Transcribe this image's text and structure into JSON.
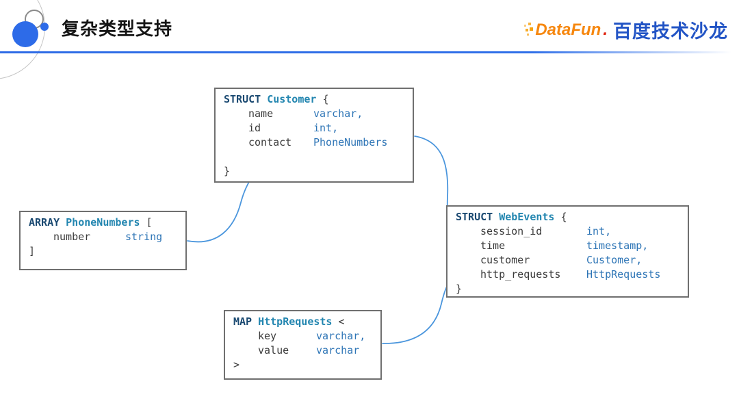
{
  "slide": {
    "title": "复杂类型支持",
    "accent_line_color": "#2E6BE6",
    "arrow_color": "#4B96DD"
  },
  "logos": {
    "datafun_text": "DataFun",
    "datafun_dot": ".",
    "baidu_salon": "百度技术沙龙"
  },
  "code_colors": {
    "keyword": "#1A4971",
    "typename": "#2386B0",
    "field_type": "#2E75B6",
    "plain_text": "#3B3B3B",
    "box_border": "#6F6F6F"
  },
  "boxes": {
    "customer": {
      "keyword": "STRUCT",
      "name": "Customer",
      "open": "{",
      "close": "}",
      "fields": [
        {
          "name": "name",
          "type": "varchar,"
        },
        {
          "name": "id",
          "type": "int,"
        },
        {
          "name": "contact",
          "type": "PhoneNumbers"
        }
      ]
    },
    "phonenumbers": {
      "keyword": "ARRAY",
      "name": "PhoneNumbers",
      "open": "[",
      "close": "]",
      "fields": [
        {
          "name": "number",
          "type": "string"
        }
      ]
    },
    "webevents": {
      "keyword": "STRUCT",
      "name": "WebEvents",
      "open": "{",
      "close": "}",
      "fields": [
        {
          "name": "session_id",
          "type": "int,"
        },
        {
          "name": "time",
          "type": "timestamp,"
        },
        {
          "name": "customer",
          "type": "Customer,"
        },
        {
          "name": "http_requests",
          "type": "HttpRequests"
        }
      ]
    },
    "httprequests": {
      "keyword": "MAP",
      "name": "HttpRequests",
      "open": "<",
      "close": ">",
      "fields": [
        {
          "name": "key",
          "type": "varchar,"
        },
        {
          "name": "value",
          "type": "varchar"
        }
      ]
    }
  },
  "relations": [
    {
      "from": "PhoneNumbers",
      "to": "Customer.contact"
    },
    {
      "from": "Customer",
      "to": "WebEvents.customer"
    },
    {
      "from": "HttpRequests",
      "to": "WebEvents.http_requests"
    }
  ]
}
